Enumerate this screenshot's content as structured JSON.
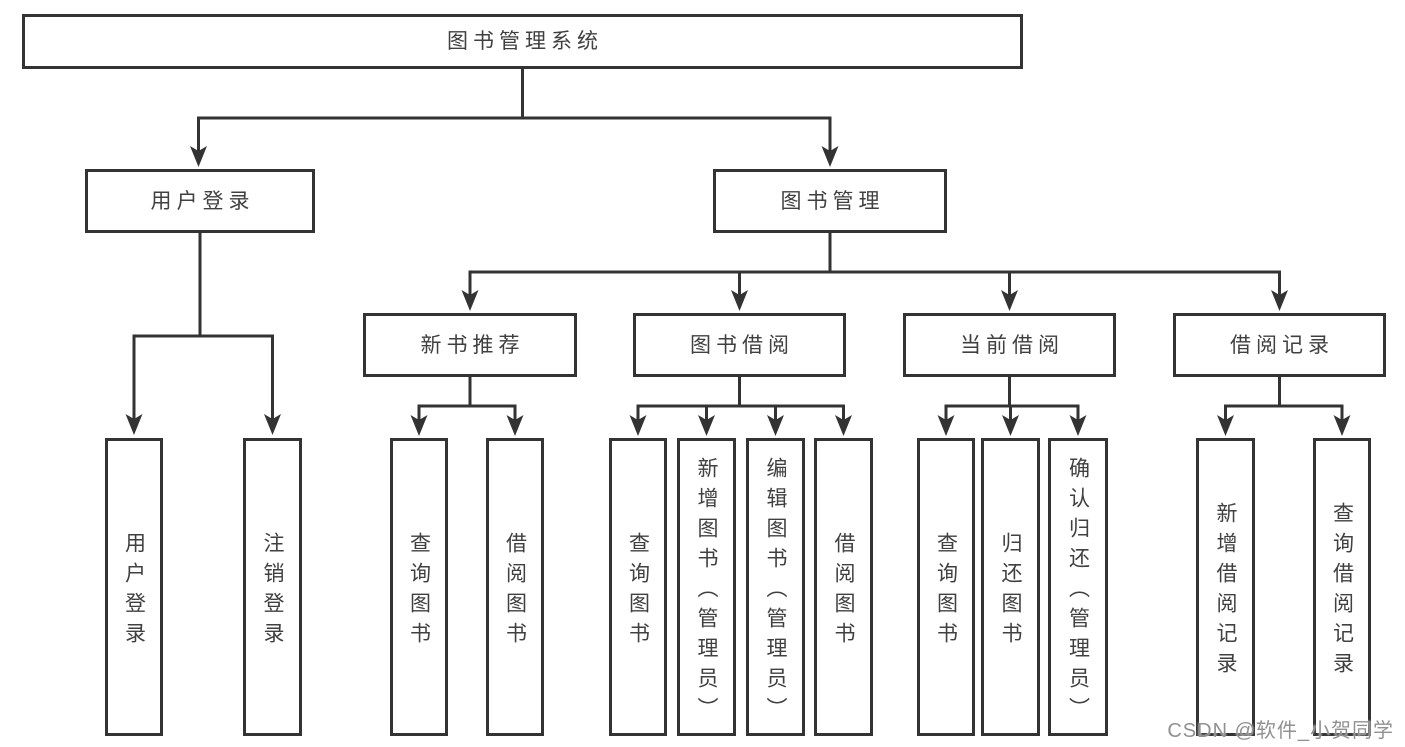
{
  "colors": {
    "line": "#333333",
    "box_border": "#333333",
    "text": "#404040",
    "background": "#ffffff",
    "watermark_text": "#919191"
  },
  "nodes": {
    "root": {
      "label": "图书管理系统"
    },
    "user_login": {
      "label": "用户登录"
    },
    "book_management": {
      "label": "图书管理"
    },
    "new_book_recommend": {
      "label": "新书推荐"
    },
    "book_borrow": {
      "label": "图书借阅"
    },
    "current_borrow": {
      "label": "当前借阅"
    },
    "borrow_record": {
      "label": "借阅记录"
    },
    "leaf_user_login": {
      "label": "用户登录"
    },
    "leaf_logout": {
      "label": "注销登录"
    },
    "leaf_nb_query_book": {
      "label": "查询图书"
    },
    "leaf_nb_borrow_book": {
      "label": "借阅图书"
    },
    "leaf_bb_query_book": {
      "label": "查询图书"
    },
    "leaf_bb_add_book": {
      "label": "新增图书（管理员）"
    },
    "leaf_bb_edit_book": {
      "label": "编辑图书（管理员）"
    },
    "leaf_bb_borrow_book": {
      "label": "借阅图书"
    },
    "leaf_cb_query_book": {
      "label": "查询图书"
    },
    "leaf_cb_return_book": {
      "label": "归还图书"
    },
    "leaf_cb_confirm_return": {
      "label": "确认归还（管理员）"
    },
    "leaf_br_add_record": {
      "label": "新增借阅记录"
    },
    "leaf_br_query_record": {
      "label": "查询借阅记录"
    }
  },
  "hierarchy": {
    "图书管理系统": {
      "用户登录": [
        "用户登录",
        "注销登录"
      ],
      "图书管理": {
        "新书推荐": [
          "查询图书",
          "借阅图书"
        ],
        "图书借阅": [
          "查询图书",
          "新增图书（管理员）",
          "编辑图书（管理员）",
          "借阅图书"
        ],
        "当前借阅": [
          "查询图书",
          "归还图书",
          "确认归还（管理员）"
        ],
        "借阅记录": [
          "新增借阅记录",
          "查询借阅记录"
        ]
      }
    }
  },
  "watermark": {
    "text": "CSDN @软件_小贺同学"
  }
}
